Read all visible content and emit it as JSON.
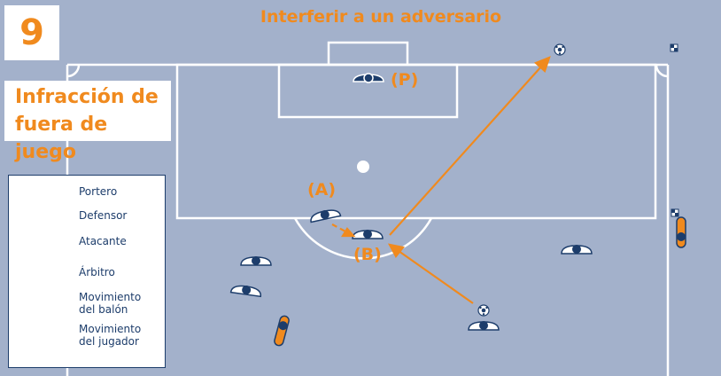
{
  "number": "9",
  "title": "Interferir a un adversario",
  "subtitle": [
    "Infracción de",
    "fuera de juego"
  ],
  "colors": {
    "field": "#a3b1cb",
    "lines": "#ffffff",
    "accent": "#f08a1e",
    "navy": "#1d3d6b"
  },
  "legend": {
    "goalkeeper": "Portero",
    "defender": "Defensor",
    "attacker": "Atacante",
    "referee": "Árbitro",
    "ball_movement": [
      "Movimiento",
      "del balón"
    ],
    "player_movement": [
      "Movimiento",
      "del jugador"
    ]
  },
  "labels": {
    "p": "(P)",
    "a": "(A)",
    "b": "(B)"
  },
  "icons": [
    "soccer-ball-icon",
    "corner-flag-icon",
    "assistant-referee-flag-icon"
  ]
}
